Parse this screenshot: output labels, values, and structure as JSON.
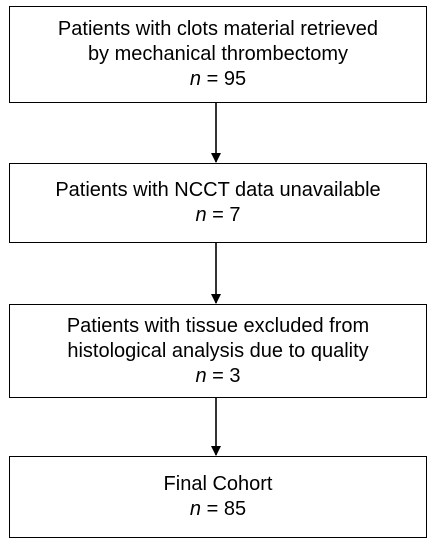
{
  "flowchart": {
    "steps": [
      {
        "lines": [
          "Patients with clots material retrieved",
          "by mechanical thrombectomy"
        ],
        "n_label": "n",
        "n_value": "= 95"
      },
      {
        "lines": [
          "Patients with NCCT data unavailable"
        ],
        "n_label": "n",
        "n_value": "= 7"
      },
      {
        "lines": [
          "Patients with tissue excluded from",
          "histological analysis due to quality"
        ],
        "n_label": "n",
        "n_value": "= 3"
      },
      {
        "lines": [
          "Final Cohort"
        ],
        "n_label": "n",
        "n_value": "= 85"
      }
    ],
    "colors": {
      "stroke": "#000000",
      "background": "#ffffff"
    }
  }
}
